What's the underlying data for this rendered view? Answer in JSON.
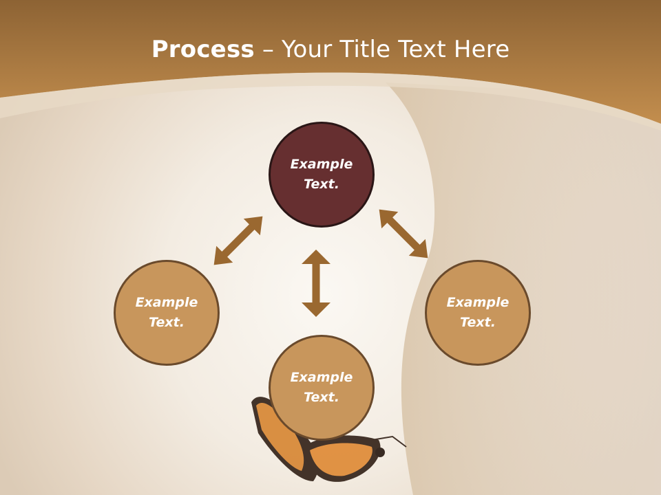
{
  "title": {
    "bold": "Process",
    "rest": " – Your Title Text Here"
  },
  "nodes": [
    {
      "label": "Example\nText."
    },
    {
      "label": "Example\nText."
    },
    {
      "label": "Example\nText."
    },
    {
      "label": "Example\nText."
    }
  ],
  "colors": {
    "header": "#b7813f",
    "primary_node": "#662f30",
    "secondary_node": "#c8965c",
    "arrow": "#9a6830"
  }
}
